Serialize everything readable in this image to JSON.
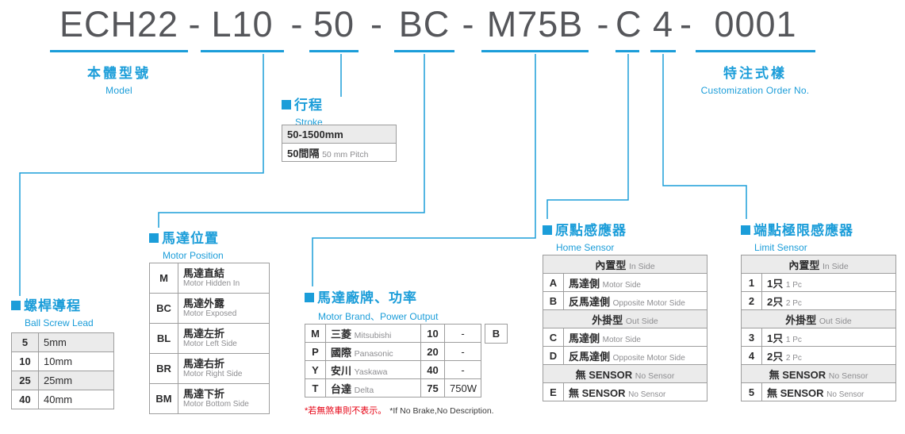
{
  "colors": {
    "accent": "#1b9dd9",
    "code_text": "#55565a",
    "table_shade": "#ebebeb",
    "note_red": "#e60012"
  },
  "model_code": {
    "dash": "-",
    "segments": [
      "ECH22",
      "L10",
      "50",
      "BC",
      "M75B",
      "C",
      "4",
      "0001"
    ]
  },
  "sections": {
    "model": {
      "zh": "本體型號",
      "en": "Model"
    },
    "customization": {
      "zh": "特注式樣",
      "en": "Customization Order No."
    },
    "stroke": {
      "zh": "行程",
      "en": "Stroke",
      "rows": [
        {
          "range": "50-1500mm"
        },
        {
          "zh": "50間隔",
          "en": "50 mm Pitch"
        }
      ]
    },
    "lead": {
      "zh": "螺桿導程",
      "en": "Ball Screw Lead",
      "rows": [
        {
          "code": "5",
          "value": "5mm"
        },
        {
          "code": "10",
          "value": "10mm"
        },
        {
          "code": "25",
          "value": "25mm"
        },
        {
          "code": "40",
          "value": "40mm"
        }
      ]
    },
    "motor_position": {
      "zh": "馬達位置",
      "en": "Motor Position",
      "rows": [
        {
          "code": "M",
          "zh": "馬達直結",
          "en": "Motor Hidden In"
        },
        {
          "code": "BC",
          "zh": "馬達外露",
          "en": "Motor Exposed"
        },
        {
          "code": "BL",
          "zh": "馬達左折",
          "en": "Motor Left Side"
        },
        {
          "code": "BR",
          "zh": "馬達右折",
          "en": "Motor Right Side"
        },
        {
          "code": "BM",
          "zh": "馬達下折",
          "en": "Motor Bottom Side"
        }
      ]
    },
    "motor_brand": {
      "zh": "馬達廠牌、功率",
      "en": "Motor Brand、Power Output",
      "rows": [
        {
          "code": "M",
          "brand_zh": "三菱",
          "brand_en": "Mitsubishi",
          "power_code": "10",
          "power": "-"
        },
        {
          "code": "P",
          "brand_zh": "國際",
          "brand_en": "Panasonic",
          "power_code": "20",
          "power": "-"
        },
        {
          "code": "Y",
          "brand_zh": "安川",
          "brand_en": "Yaskawa",
          "power_code": "40",
          "power": "-"
        },
        {
          "code": "T",
          "brand_zh": "台達",
          "brand_en": "Delta",
          "power_code": "75",
          "power": "750W"
        }
      ],
      "brake_code": "B",
      "note_zh": "*若無煞車則不表示。",
      "note_en": "*If No Brake,No Description."
    },
    "home_sensor": {
      "zh": "原點感應器",
      "en": "Home Sensor",
      "rows": [
        {
          "type": "header",
          "zh": "內置型",
          "en": "In Side"
        },
        {
          "type": "item",
          "code": "A",
          "zh": "馬達側",
          "en": "Motor Side"
        },
        {
          "type": "item",
          "code": "B",
          "zh": "反馬達側",
          "en": "Opposite Motor Side"
        },
        {
          "type": "header",
          "zh": "外掛型",
          "en": "Out Side"
        },
        {
          "type": "item",
          "code": "C",
          "zh": "馬達側",
          "en": "Motor Side"
        },
        {
          "type": "item",
          "code": "D",
          "zh": "反馬達側",
          "en": "Opposite Motor Side"
        },
        {
          "type": "header",
          "zh": "無 SENSOR",
          "en": "No Sensor"
        },
        {
          "type": "item",
          "code": "E",
          "zh": "無 SENSOR",
          "en": "No Sensor"
        }
      ]
    },
    "limit_sensor": {
      "zh": "端點極限感應器",
      "en": "Limit Sensor",
      "rows": [
        {
          "type": "header",
          "zh": "內置型",
          "en": "In Side"
        },
        {
          "type": "item",
          "code": "1",
          "zh": "1只",
          "en": "1 Pc"
        },
        {
          "type": "item",
          "code": "2",
          "zh": "2只",
          "en": "2 Pc"
        },
        {
          "type": "header",
          "zh": "外掛型",
          "en": "Out Side"
        },
        {
          "type": "item",
          "code": "3",
          "zh": "1只",
          "en": "1 Pc"
        },
        {
          "type": "item",
          "code": "4",
          "zh": "2只",
          "en": "2 Pc"
        },
        {
          "type": "header",
          "zh": "無 SENSOR",
          "en": "No Sensor"
        },
        {
          "type": "item",
          "code": "5",
          "zh": "無 SENSOR",
          "en": "No Sensor"
        }
      ]
    }
  }
}
